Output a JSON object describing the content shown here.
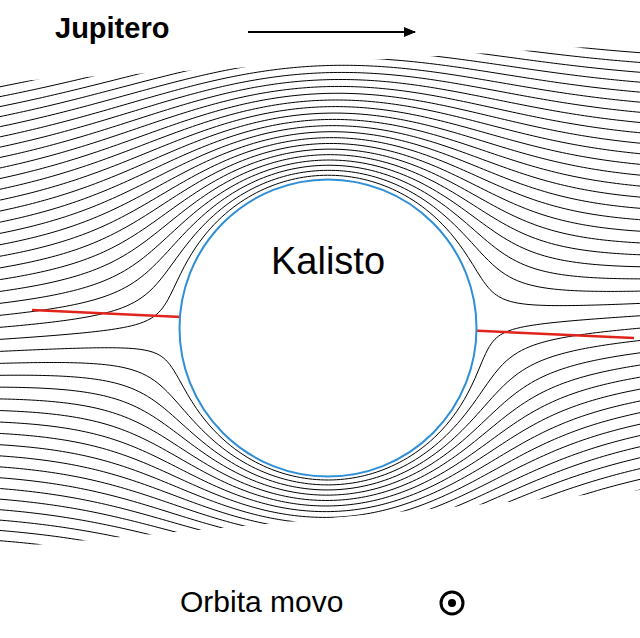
{
  "diagram": {
    "nodes": [
      {
        "text": [
          "Kalisto"
        ]
      }
    ],
    "labels": [
      "Jupitero",
      "Orbita movo"
    ]
  }
}
